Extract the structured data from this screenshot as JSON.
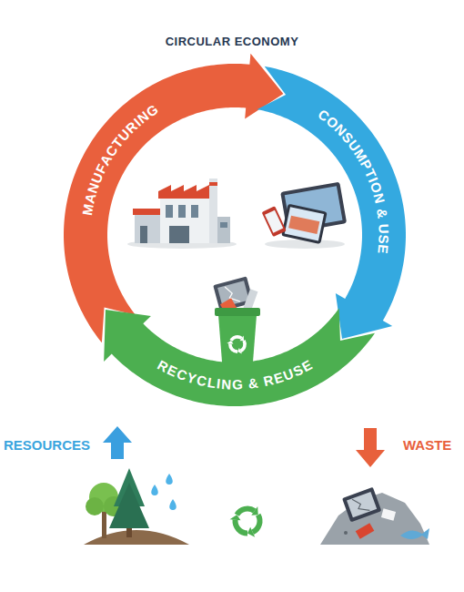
{
  "diagram": {
    "title": "CIRCULAR ECONOMY",
    "nodes": [
      {
        "text": [
          "MANUFACTURING"
        ]
      },
      {
        "text": [
          "CONSUMPTION & USE"
        ]
      },
      {
        "text": [
          "RECYCLING & REUSE"
        ]
      }
    ],
    "labels": [
      "RESOURCES",
      "WASTE"
    ]
  }
}
